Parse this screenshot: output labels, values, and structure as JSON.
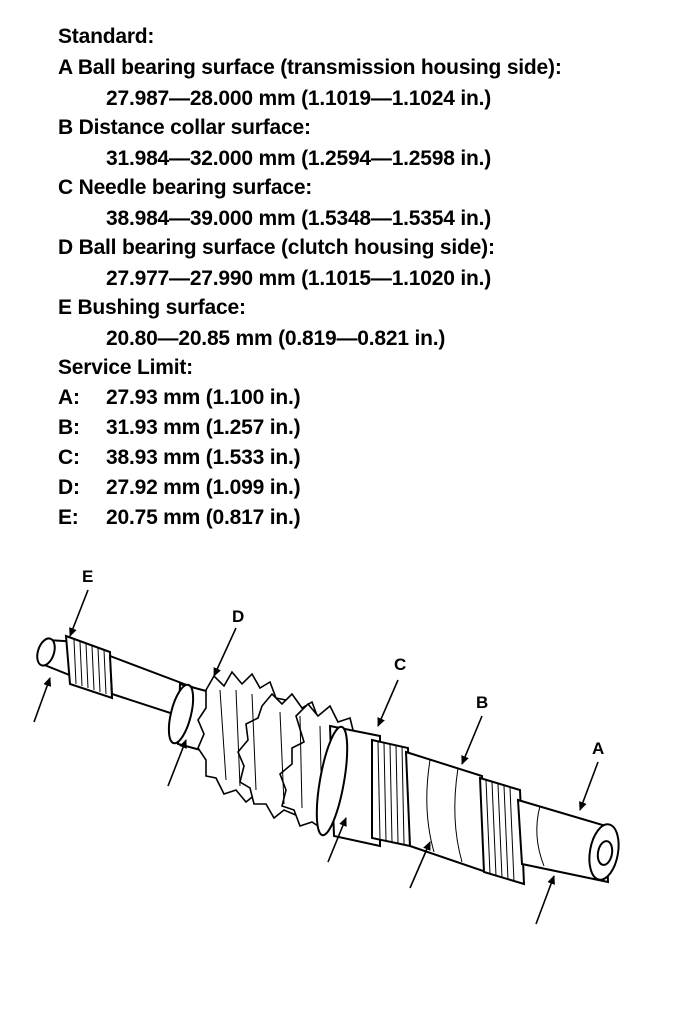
{
  "standard": {
    "heading": "Standard:",
    "items": [
      {
        "label": "A Ball bearing surface (transmission housing side):",
        "value": "27.987—28.000 mm (1.1019—1.1024 in.)"
      },
      {
        "label": "B Distance collar surface:",
        "value": "31.984—32.000 mm (1.2594—1.2598 in.)"
      },
      {
        "label": "C Needle bearing surface:",
        "value": "38.984—39.000 mm (1.5348—1.5354 in.)"
      },
      {
        "label": "D Ball bearing surface (clutch housing side):",
        "value": "27.977—27.990 mm (1.1015—1.1020 in.)"
      },
      {
        "label": "E Bushing surface:",
        "value": "20.80—20.85 mm (0.819—0.821 in.)"
      }
    ]
  },
  "service_limit": {
    "heading": "Service Limit:",
    "items": [
      {
        "letter": "A:",
        "value": "27.93 mm (1.100 in.)"
      },
      {
        "letter": "B:",
        "value": "31.93 mm (1.257 in.)"
      },
      {
        "letter": "C:",
        "value": "38.93 mm (1.533 in.)"
      },
      {
        "letter": "D:",
        "value": "27.92 mm (1.099 in.)"
      },
      {
        "letter": "E:",
        "value": "20.75 mm (0.817 in.)"
      }
    ]
  },
  "diagram": {
    "callouts": {
      "a": "A",
      "b": "B",
      "c": "C",
      "d": "D",
      "e": "E"
    }
  }
}
